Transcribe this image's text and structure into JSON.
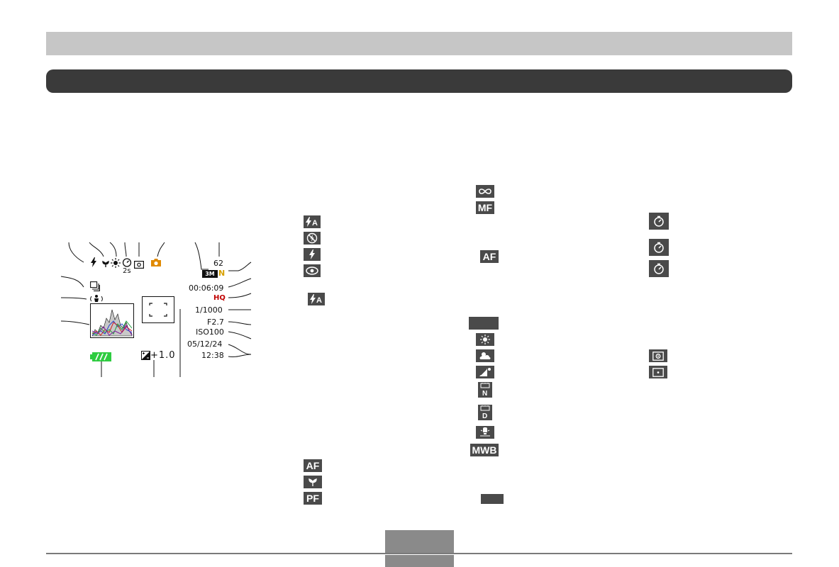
{
  "lcd": {
    "shots_remaining": "62",
    "image_size_badge": "3M",
    "image_quality": "N",
    "movie_time": "00:06:09",
    "movie_quality": "HQ",
    "shutter_speed": "1/1000",
    "aperture": "F2.7",
    "iso": "ISO100",
    "date": "05/12/24",
    "time": "12:38",
    "exposure_comp": "+1.0",
    "self_timer_label": "2s"
  },
  "column_a": {
    "flash_icons": [
      "flash-auto-icon",
      "flash-off-icon",
      "flash-on-icon",
      "red-eye-icon"
    ],
    "flash_auto_single": "flash-auto-icon",
    "focus_labels": [
      "AF",
      "",
      "PF"
    ]
  },
  "column_b": {
    "focus_infinity": "infinity-icon",
    "focus_manual": "MF",
    "focus_auto": "AF",
    "white_balance_icons": [
      "awb-blank-icon",
      "daylight-icon",
      "cloudy-icon",
      "shade-icon",
      "fluorescent-n-icon",
      "fluorescent-d-icon",
      "tungsten-icon"
    ],
    "white_balance_manual": "MWB"
  },
  "column_c": {
    "self_timer_icons": [
      "self-timer-icon",
      "self-timer-icon",
      "self-timer-icon"
    ],
    "metering_icons": [
      "center-weighted-icon",
      "spot-metering-icon"
    ]
  },
  "colors": {
    "header_band": "#c6c6c6",
    "title_bar": "#3a3a3a",
    "icon_bg": "#4a4a4a",
    "battery": "#2ecc40",
    "camera_orange": "#e08a00",
    "hq_red": "#c00000",
    "quality_amber": "#d7a000"
  }
}
